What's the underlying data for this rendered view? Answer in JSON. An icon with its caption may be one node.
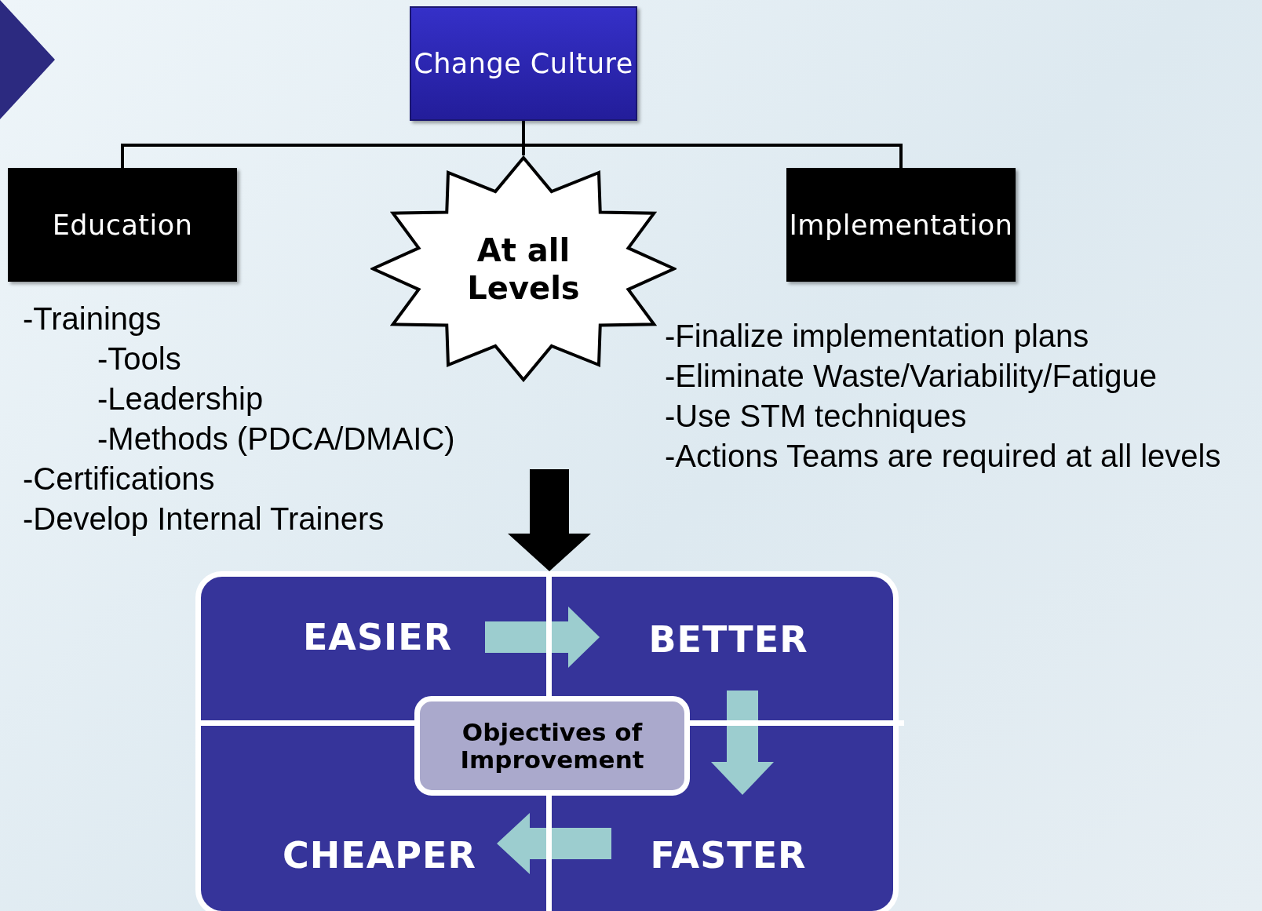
{
  "diagram": {
    "nodes": [
      {
        "text": [
          "Change Culture"
        ]
      },
      {
        "text": [
          "Education"
        ],
        "beside": [
          "-Trainings",
          "-Tools",
          "-Leadership",
          "-Methods (PDCA/DMAIC)",
          "-Certifications",
          "-Develop Internal Trainers"
        ]
      },
      {
        "text": [
          "At all Levels"
        ]
      },
      {
        "text": [
          "Implementation"
        ],
        "beside": [
          "-Finalize implementation plans",
          "-Eliminate Waste/Variability/Fatigue",
          "-Use STM techniques",
          "-Actions Teams are required at all levels"
        ]
      },
      {
        "text": [],
        "shape": "box"
      },
      {
        "text": [
          "EASIER"
        ],
        "in": 4
      },
      {
        "text": [
          "BETTER"
        ],
        "in": 4
      },
      {
        "text": [
          "Objectives of Improvement"
        ],
        "in": 4
      },
      {
        "text": [
          "CHEAPER"
        ],
        "in": 4
      },
      {
        "text": [
          "FASTER"
        ],
        "in": 4
      },
      {
        "text": [],
        "shape": "triangle"
      }
    ],
    "edges": [
      {
        "from": 0,
        "to": 1,
        "arrow": "none"
      },
      {
        "from": 0,
        "to": 2,
        "arrow": "none"
      },
      {
        "from": 0,
        "to": 3,
        "arrow": "none"
      },
      {
        "from": null,
        "to": 4,
        "arrow": "to",
        "style": "thick"
      },
      {
        "from": 5,
        "to": 6,
        "arrow": "to",
        "style": "thick",
        "color": "#9ccdcf"
      },
      {
        "from": 6,
        "to": 9,
        "arrow": "to",
        "style": "thick",
        "color": "#9ccdcf"
      },
      {
        "from": 9,
        "to": 8,
        "arrow": "to",
        "style": "thick",
        "color": "#9ccdcf"
      }
    ]
  }
}
